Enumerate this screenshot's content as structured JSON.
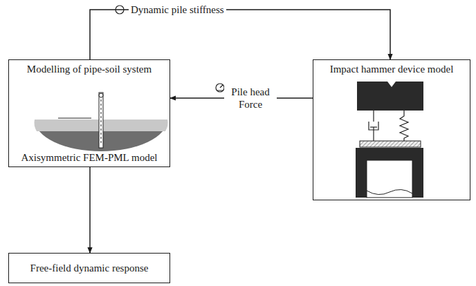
{
  "diagram": {
    "nodes": [
      {
        "text": [
          "Modelling of pipe-soil system",
          "Axisymmetric FEM-PML model"
        ]
      },
      {
        "text": [
          "Impact hammer device model"
        ]
      },
      {
        "text": [
          "Free-field dynamic response"
        ]
      }
    ],
    "edges": [
      {
        "from": 0,
        "to": 1,
        "arrow": "to",
        "label": "Dynamic pile stiffness"
      },
      {
        "from": 1,
        "to": 0,
        "arrow": "to",
        "label": "Pile head Force"
      },
      {
        "from": 0,
        "to": 2,
        "arrow": "to"
      }
    ]
  }
}
